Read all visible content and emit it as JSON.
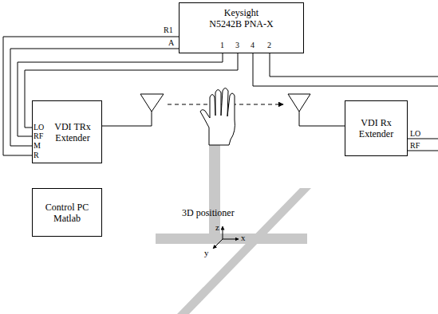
{
  "diagram": {
    "nodes": [
      {
        "text": [
          "Keysight N5242B PNA-X"
        ]
      },
      {
        "text": [
          "VDI TRx Extender"
        ]
      },
      {
        "text": [
          "VDI Rx Extender"
        ]
      },
      {
        "text": [
          "Control PC Matlab"
        ]
      }
    ],
    "edges": [
      {
        "from": 0,
        "to": 1,
        "arrow": "none"
      },
      {
        "from": 0,
        "to": 1,
        "arrow": "none"
      },
      {
        "from": 0,
        "to": 1,
        "arrow": "none"
      },
      {
        "from": 0,
        "to": 1,
        "arrow": "none"
      },
      {
        "from": 0,
        "to": 2,
        "arrow": "none"
      },
      {
        "from": 0,
        "to": 2,
        "arrow": "none"
      }
    ],
    "labels": [
      "R1",
      "A",
      "1",
      "3",
      "4",
      "2",
      "LO",
      "RF",
      "M",
      "R",
      "LO",
      "RF",
      "3D positioner",
      "z",
      "x",
      "y"
    ]
  }
}
